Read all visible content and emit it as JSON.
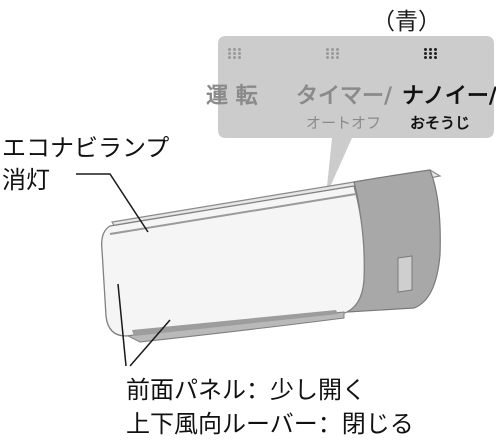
{
  "callout": {
    "color_note": "（青）",
    "items": [
      {
        "label": "運 転",
        "sub": "",
        "lit": false
      },
      {
        "label": "タイマー/",
        "sub": "オートオフ",
        "lit": false
      },
      {
        "label": "ナノイー/",
        "sub": "おそうじ",
        "lit": true
      }
    ]
  },
  "labels": {
    "eco_lamp_line1": "エコナビランプ",
    "eco_lamp_line2": "消灯",
    "panel_line1": "前面パネル：少し開く",
    "panel_line2": "上下風向ルーバー：閉じる"
  },
  "colors": {
    "callout_bg": "#cccccc",
    "unit_body": "#f4f4f4",
    "unit_side": "#a9a9a9",
    "unit_outline": "#7f7f7f",
    "dot_dim": "#9a9a9a",
    "dot_lit": "#222222"
  }
}
